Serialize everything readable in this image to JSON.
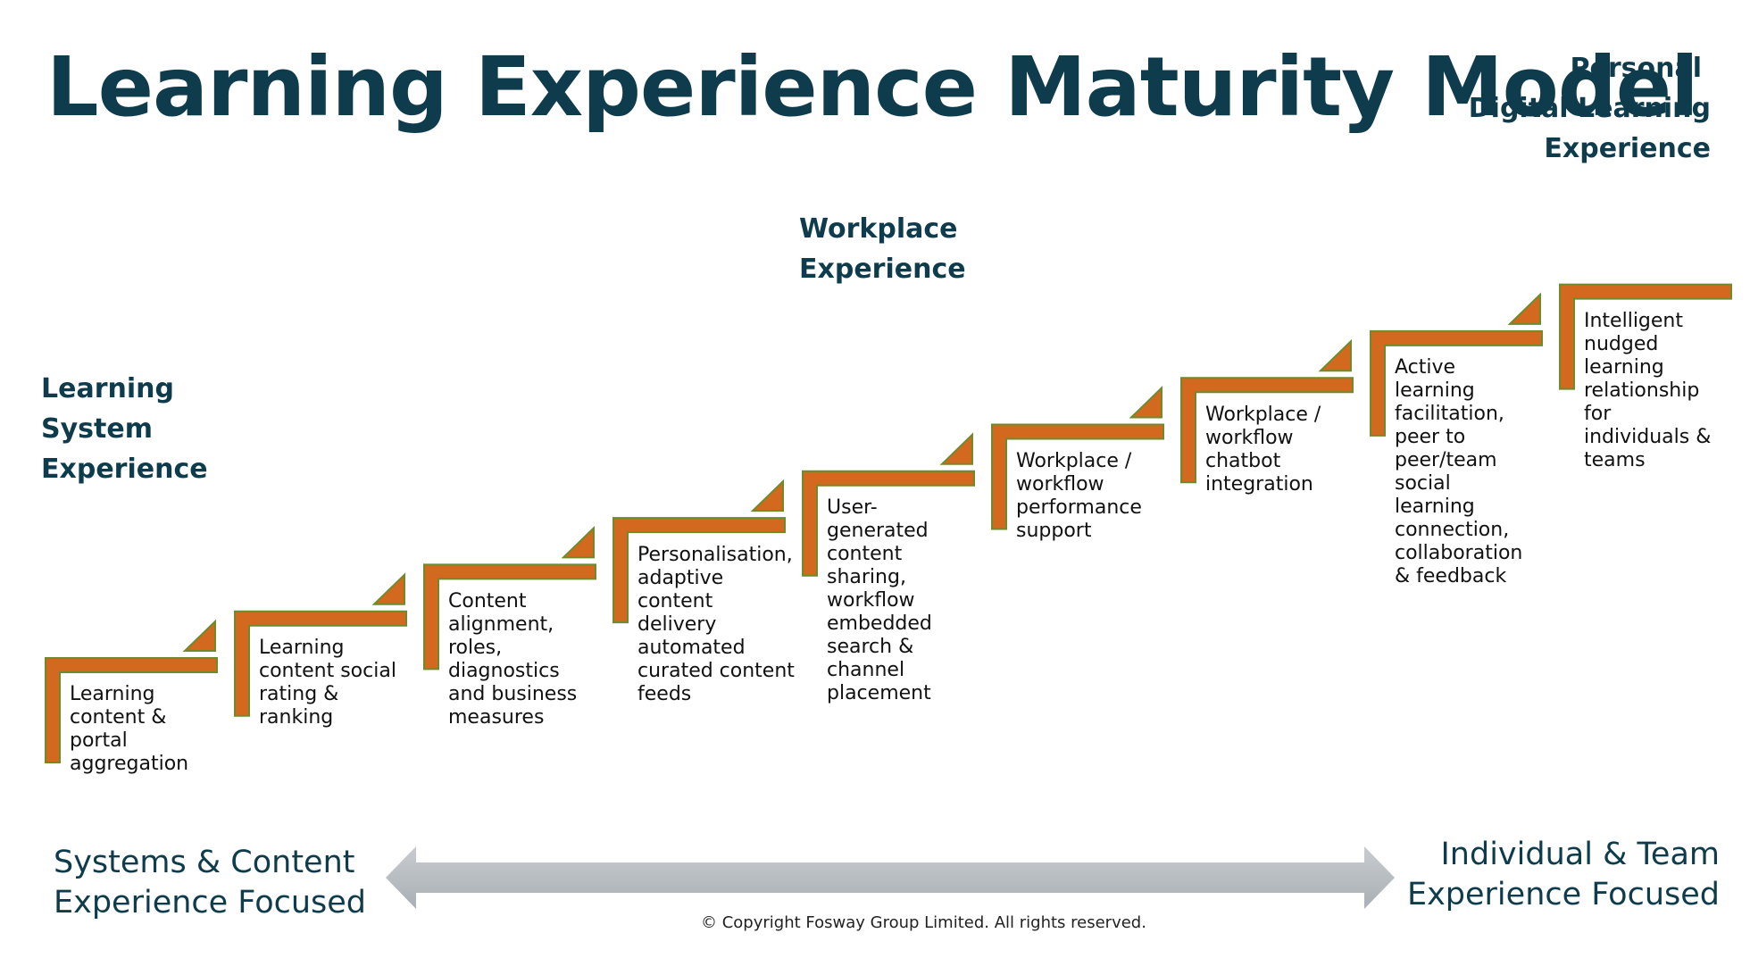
{
  "title": "Learning Experience Maturity Model",
  "zones": [
    {
      "lines": [
        "Learning",
        "System",
        "Experience"
      ]
    },
    {
      "lines": [
        "Workplace",
        "Experience"
      ]
    },
    {
      "lines": [
        "Personal",
        "Digital Learning",
        "Experience"
      ]
    }
  ],
  "steps": [
    {
      "lines": [
        "Learning",
        "content &",
        "portal",
        "aggregation"
      ]
    },
    {
      "lines": [
        "Learning",
        "content social",
        "rating &",
        "ranking"
      ]
    },
    {
      "lines": [
        "Content",
        "alignment,",
        "roles,",
        "diagnostics",
        "and business",
        "measures"
      ]
    },
    {
      "lines": [
        "Personalisation,",
        "adaptive",
        "content",
        "delivery",
        "automated",
        "curated content",
        "feeds"
      ]
    },
    {
      "lines": [
        "User-",
        "generated",
        "content",
        "sharing,",
        "workflow",
        "embedded",
        "search &",
        "channel",
        "placement"
      ]
    },
    {
      "lines": [
        "Workplace /",
        "workflow",
        "performance",
        "support"
      ]
    },
    {
      "lines": [
        "Workplace /",
        "workflow",
        "chatbot",
        "integration"
      ]
    },
    {
      "lines": [
        "Active",
        "learning",
        "facilitation,",
        "peer to",
        "peer/team",
        "social",
        "learning",
        "connection,",
        "collaboration",
        "& feedback"
      ]
    },
    {
      "lines": [
        "Intelligent",
        "nudged",
        "learning",
        "relationship",
        "for",
        "individuals &",
        "teams"
      ]
    }
  ],
  "axis": {
    "left": [
      "Systems & Content",
      "Experience Focused"
    ],
    "right": [
      "Individual & Team",
      "Experience Focused"
    ]
  },
  "copyright": "© Copyright Fosway Group Limited. All rights reserved.",
  "colors": {
    "title": "#0f3c4c",
    "step_fill": "#d2691e",
    "step_stroke": "#6f8a2c",
    "arrow": "#b9bec2"
  }
}
